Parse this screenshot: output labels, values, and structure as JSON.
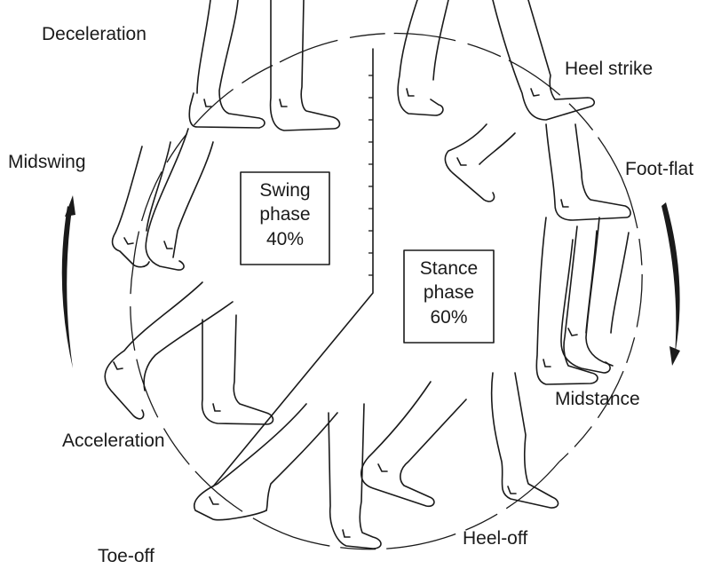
{
  "labels": {
    "deceleration": "Deceleration",
    "midswing": "Midswing",
    "acceleration": "Acceleration",
    "toe_off": "Toe-off",
    "heel_off": "Heel-off",
    "midstance": "Midstance",
    "foot_flat": "Foot-flat",
    "heel_strike": "Heel strike"
  },
  "swing_box": {
    "line1": "Swing",
    "line2": "phase",
    "line3": "40%"
  },
  "stance_box": {
    "line1": "Stance",
    "line2": "phase",
    "line3": "60%"
  },
  "colors": {
    "ink": "#1a1a1a",
    "background": "#ffffff"
  }
}
